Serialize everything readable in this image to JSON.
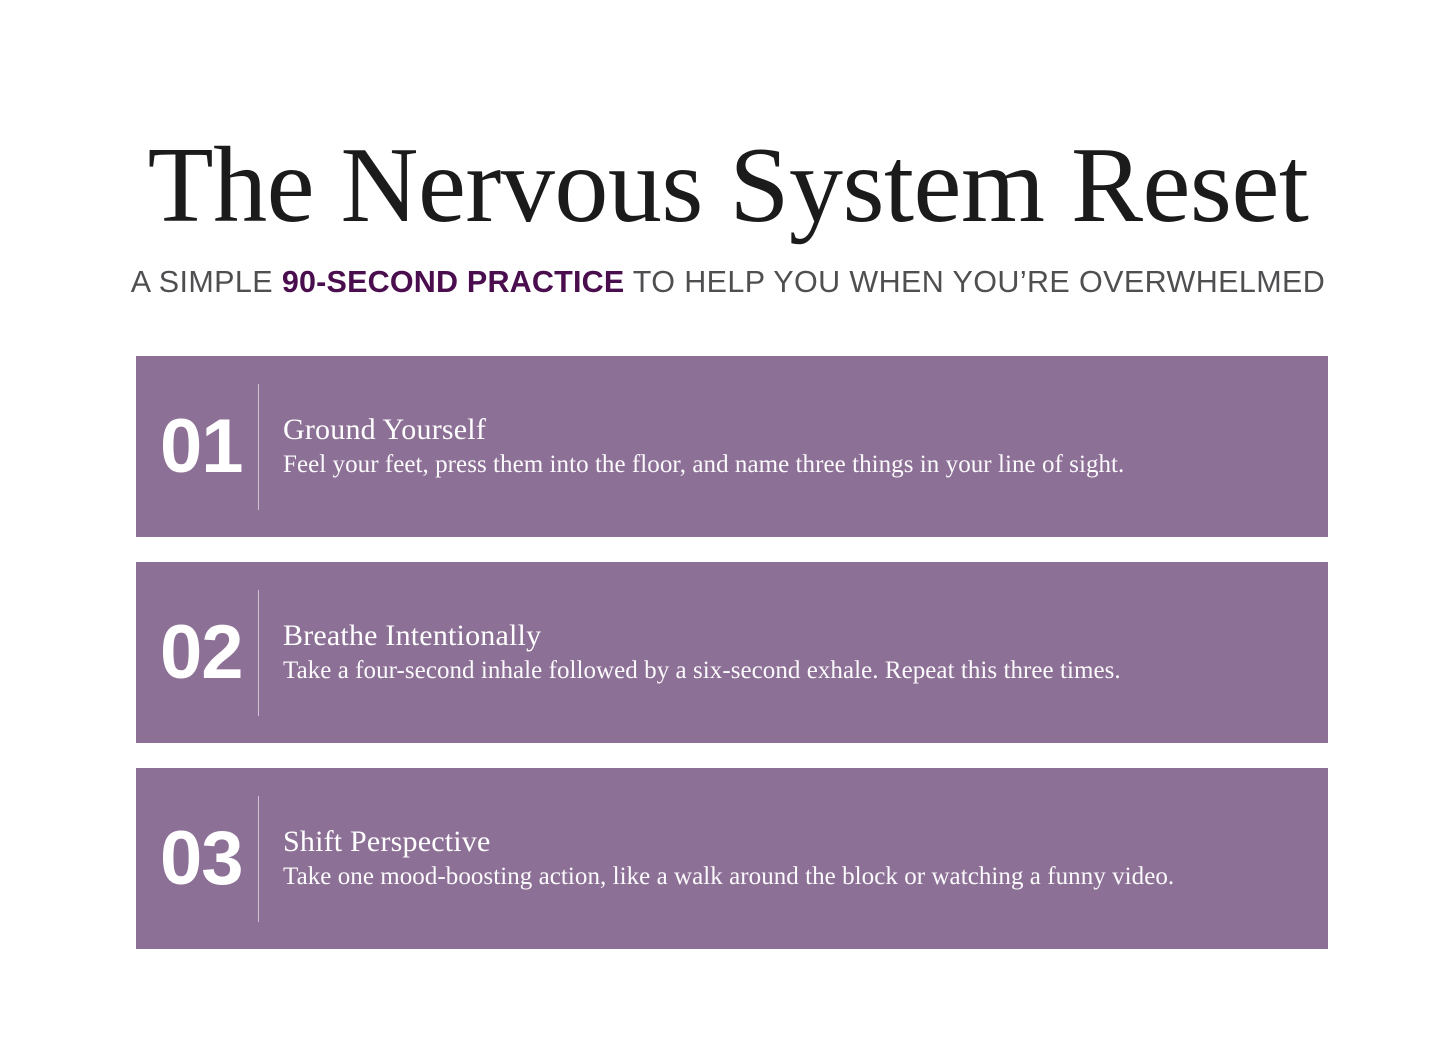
{
  "colors": {
    "background": "#ffffff",
    "card_purple": "#8d7096",
    "title_text": "#1b1b1b",
    "subtitle_text": "#4f4f52",
    "subtitle_accent": "#4a0d4e",
    "card_text": "#ffffff",
    "divider": "#ddd2e1"
  },
  "header": {
    "title": "The Nervous System Reset",
    "subtitle_before": "A SIMPLE ",
    "subtitle_accent": "90-SECOND PRACTICE",
    "subtitle_after": " TO HELP YOU WHEN YOU’RE OVERWHELMED"
  },
  "steps": [
    {
      "number": "01",
      "heading": "Ground Yourself",
      "body": "Feel your feet, press them into the floor, and name three things in your line of sight."
    },
    {
      "number": "02",
      "heading": "Breathe Intentionally",
      "body": "Take a four-second inhale followed by a six-second exhale. Repeat this three times."
    },
    {
      "number": "03",
      "heading": "Shift Perspective",
      "body": "Take one mood-boosting action, like a walk around the block or watching a funny video."
    }
  ]
}
